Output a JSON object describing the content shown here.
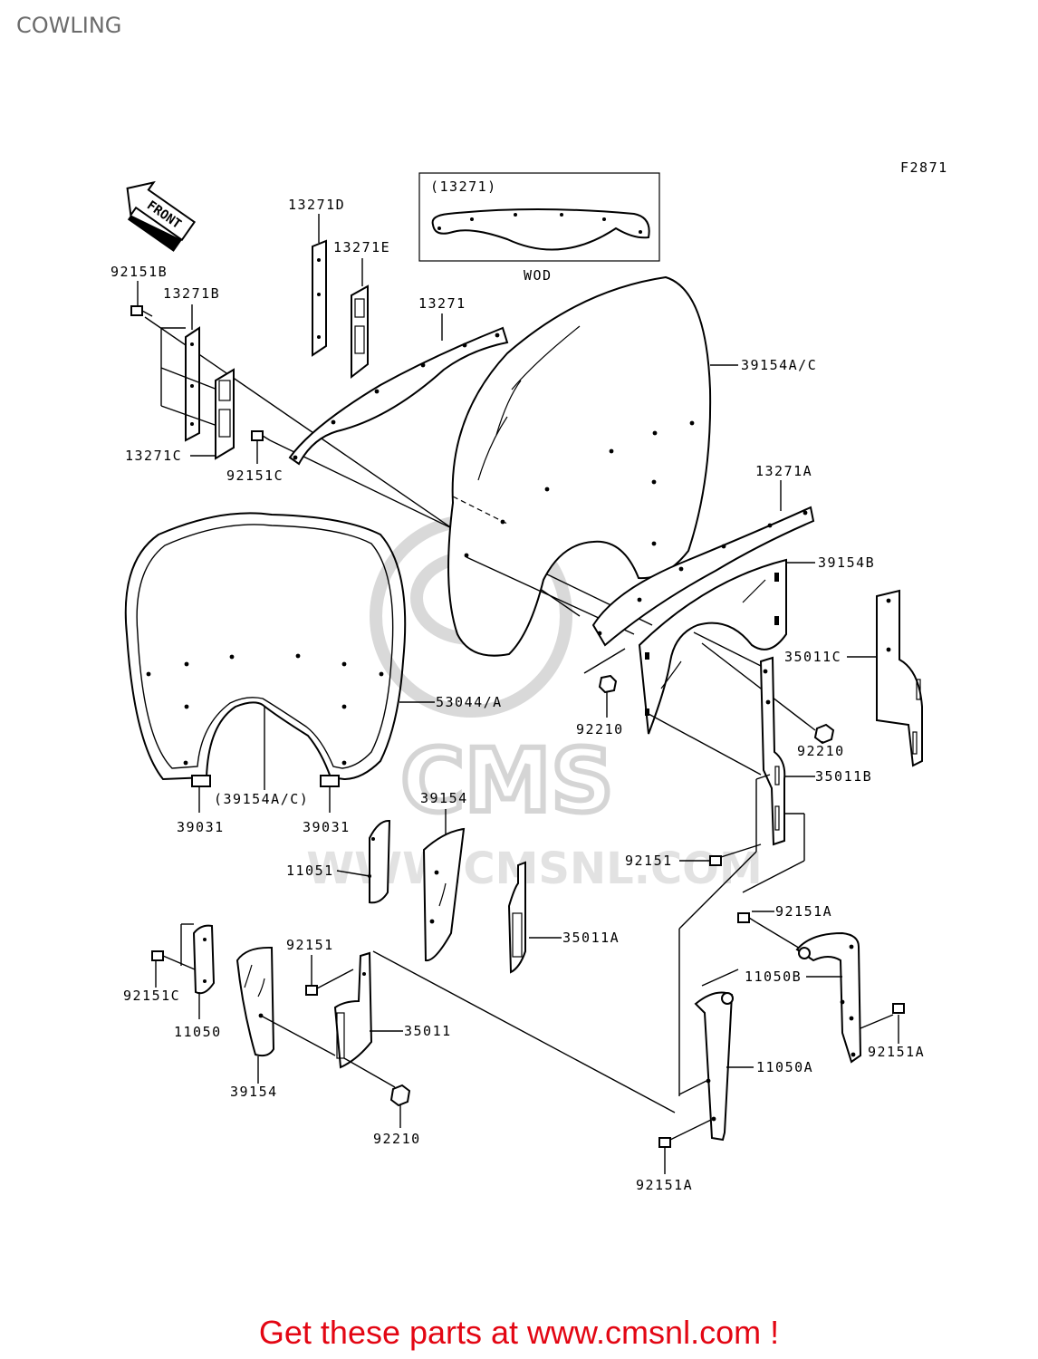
{
  "title": "COWLING",
  "figure_code": "F2871",
  "front_arrow": "FRONT",
  "inset": {
    "label": "(13271)",
    "caption": "WOD"
  },
  "watermark": {
    "brand": "CMS",
    "url": "WWW.CMSNL.COM"
  },
  "labels": {
    "l_13271D": "13271D",
    "l_13271E": "13271E",
    "l_92151B": "92151B",
    "l_13271B": "13271B",
    "l_13271": "13271",
    "l_39154AC": "39154A/C",
    "l_13271C": "13271C",
    "l_92151C_top": "92151C",
    "l_13271A": "13271A",
    "l_39154B": "39154B",
    "l_35011C": "35011C",
    "l_53044A": "53044/A",
    "l_92210_mid": "92210",
    "l_92210_right": "92210",
    "l_35011B": "35011B",
    "l_39154AC_paren": "(39154A/C)",
    "l_39031_left": "39031",
    "l_39031_right": "39031",
    "l_39154_mid": "39154",
    "l_11051": "11051",
    "l_92151_right": "92151",
    "l_92151A_top": "92151A",
    "l_92151_left": "92151",
    "l_35011A": "35011A",
    "l_92151C_bottom": "92151C",
    "l_11050B": "11050B",
    "l_35011": "35011",
    "l_11050": "11050",
    "l_92151A_right": "92151A",
    "l_11050A": "11050A",
    "l_39154_bottom": "39154",
    "l_92210_bottom": "92210",
    "l_92151A_bottom": "92151A"
  },
  "footer": "Get these parts at www.cmsnl.com !"
}
